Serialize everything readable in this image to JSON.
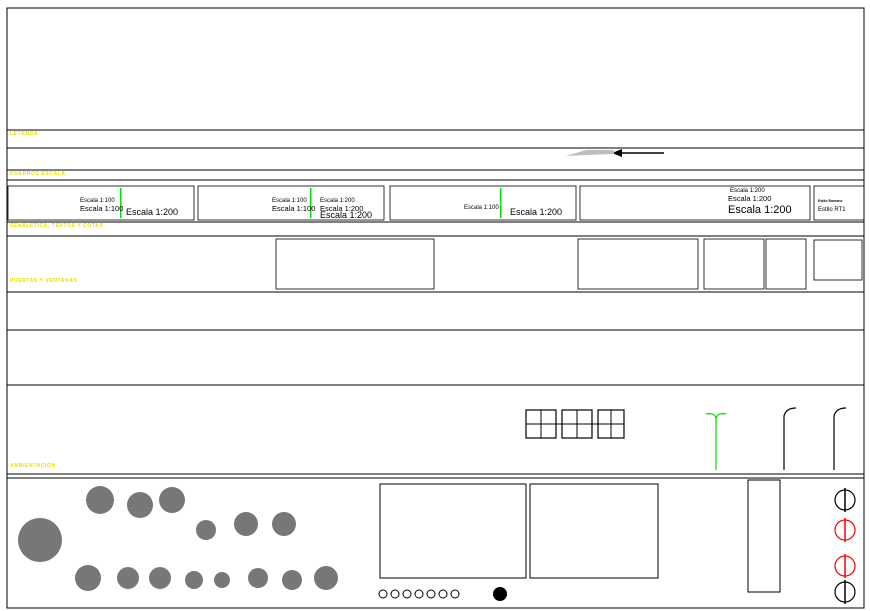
{
  "section_labels": {
    "row3": "LEYENDA",
    "row4": "CUADROS ESCALA",
    "row5": "SEÑALETICA, TEXTOS Y COTAS",
    "row6": "PUERTAS Y VENTANAS",
    "row8": "AMBIENTACION"
  },
  "scale_labels": {
    "small": [
      "Escala 1:100",
      "Escala 1:100",
      "Escala 1:100",
      "Escala 1:100",
      "Escala 1:100"
    ],
    "large": [
      "Escala 1:200",
      "Escala 1:200",
      "Escala 1:200",
      "Escala 1:200",
      "Escala 1:200"
    ],
    "right_small": "Escala 1:200",
    "right_large_1": "Escala 1:200",
    "right_large_2": "Escala  1:200"
  },
  "font_samples": [
    "Estilo Romano",
    "Estilo RT1"
  ],
  "colors": {
    "line": "#000000",
    "accent_green": "#00e000",
    "label_yellow": "#e8e000",
    "marker_red": "#ff0000",
    "arrow_grey": "#bdbdbd"
  }
}
